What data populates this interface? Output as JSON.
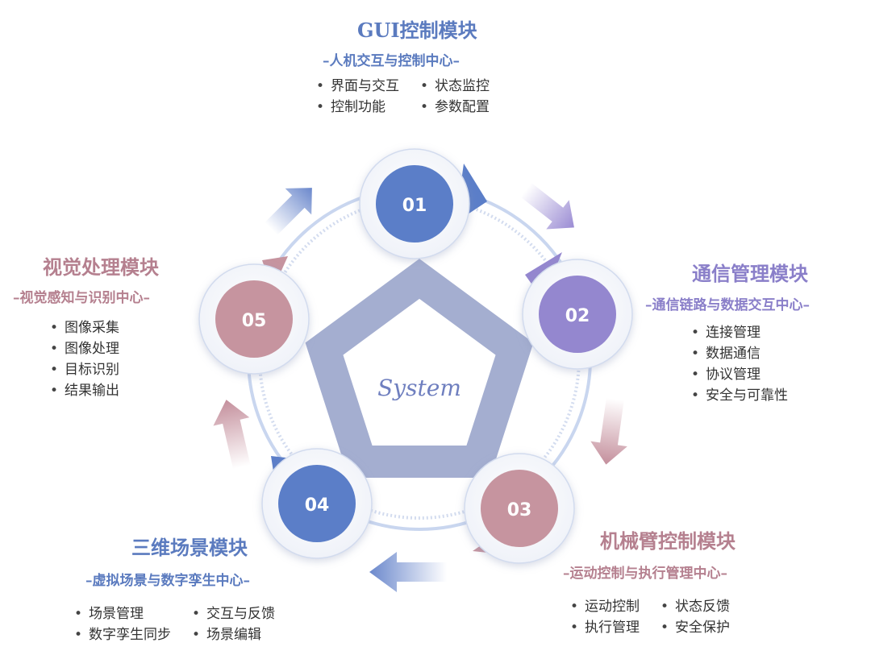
{
  "center_label": "System",
  "colors": {
    "blue": "#5b7ec8",
    "purple": "#9487cf",
    "rose": "#c6949f",
    "pentagon": "#a4aed0"
  },
  "modules": [
    {
      "number": "01",
      "title": "GUI控制模块",
      "subtitle": "–人机交互与控制中心–",
      "items": [
        "界面与交互",
        "状态监控",
        "控制功能",
        "参数配置"
      ]
    },
    {
      "number": "02",
      "title": "通信管理模块",
      "subtitle": "–通信链路与数据交互中心–",
      "items": [
        "连接管理",
        "数据通信",
        "协议管理",
        "安全与可靠性"
      ]
    },
    {
      "number": "03",
      "title": "机械臂控制模块",
      "subtitle": "–运动控制与执行管理中心–",
      "items": [
        "运动控制",
        "状态反馈",
        "执行管理",
        "安全保护"
      ]
    },
    {
      "number": "04",
      "title": "三维场景模块",
      "subtitle": "–虚拟场景与数字孪生中心–",
      "items": [
        "场景管理",
        "交互与反馈",
        "数字孪生同步",
        "场景编辑"
      ]
    },
    {
      "number": "05",
      "title": "视觉处理模块",
      "subtitle": "–视觉感知与识别中心–",
      "items": [
        "图像采集",
        "图像处理",
        "目标识别",
        "结果输出"
      ]
    }
  ]
}
